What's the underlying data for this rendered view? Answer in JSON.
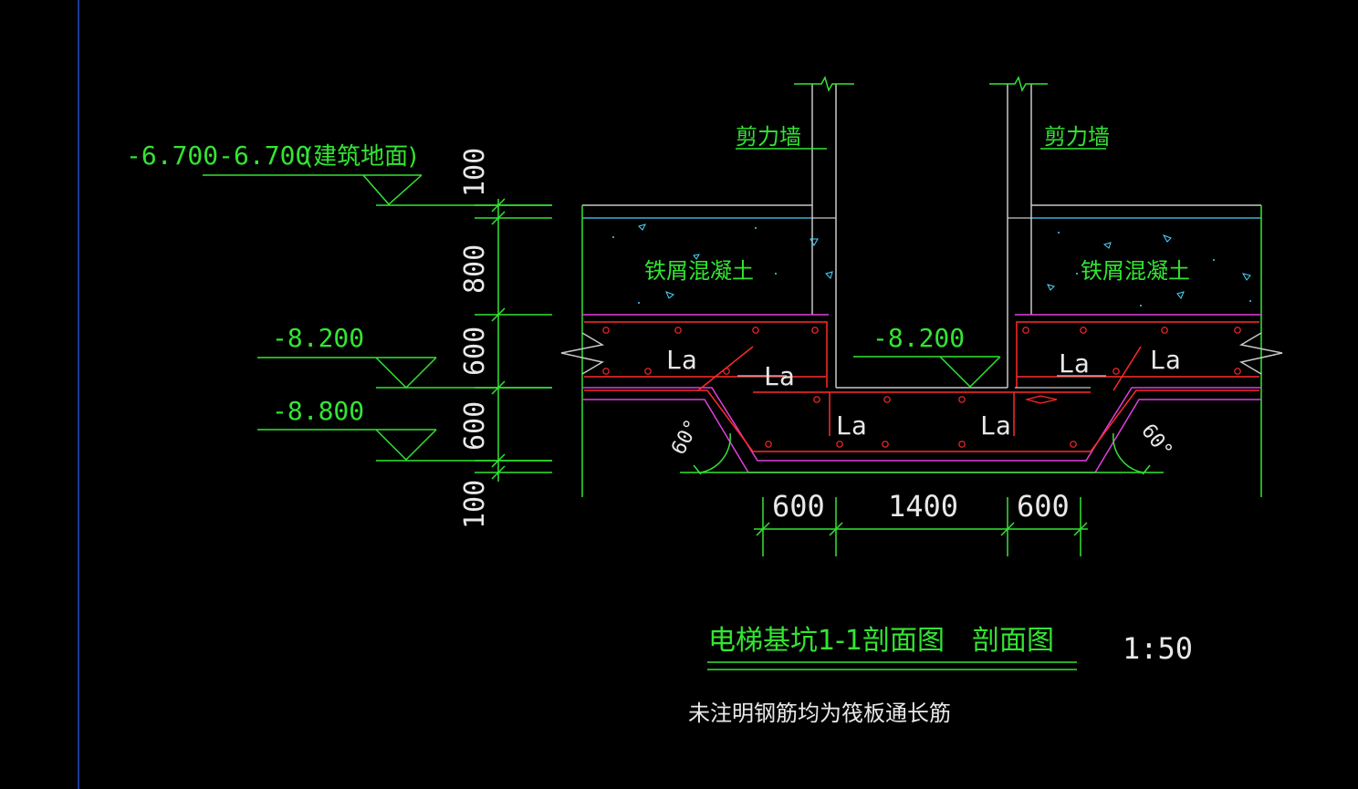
{
  "colors": {
    "background": "#000000",
    "green": "#33e533",
    "white": "#e8e8e8",
    "red": "#ff2a2a",
    "magenta": "#e040e0",
    "cyan": "#49d6ff",
    "gray": "#c8c8c8",
    "blue": "#1a3a9a"
  },
  "labels": {
    "ground_elevation": "-6.700-6.700",
    "ground_note": "(建筑地面)",
    "elev_top_slab": "-8.200",
    "elev_bottom": "-8.800",
    "pit_elevation": "-8.200",
    "shear_wall_left": "剪力墙",
    "shear_wall_right": "剪力墙",
    "iron_concrete_left": "铁屑混凝土",
    "iron_concrete_right": "铁屑混凝土",
    "la_1": "La",
    "la_2": "La",
    "la_3": "La",
    "la_4": "La",
    "la_5": "La",
    "la_6": "La",
    "angle_left": "60°",
    "angle_right": "60°",
    "title": "电梯基坑1-1剖面图　剖面图",
    "scale": "1:50",
    "note": "未注明钢筋均为筏板通长筋"
  },
  "dimensions": {
    "vertical": [
      "100",
      "800",
      "600",
      "600",
      "100"
    ],
    "horizontal": [
      "600",
      "1400",
      "600"
    ]
  }
}
